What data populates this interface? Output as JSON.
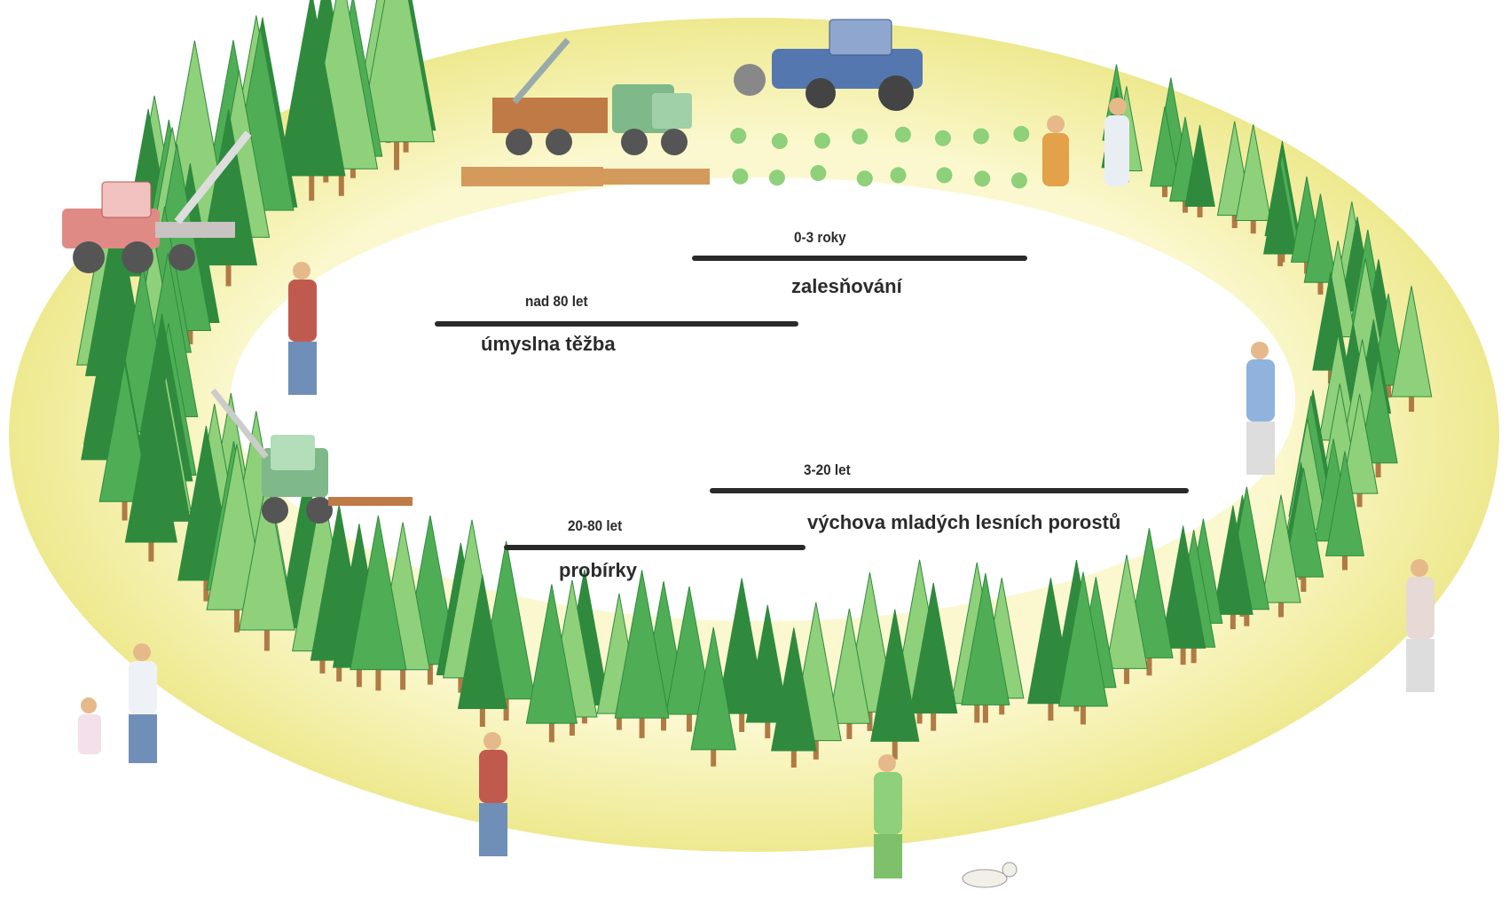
{
  "stages": [
    {
      "id": "zalesnovani",
      "age": "0-3 roky",
      "label": "zalesňování"
    },
    {
      "id": "umyslna-tezba",
      "age": "nad 80 let",
      "label": "úmyslna těžba"
    },
    {
      "id": "vychova",
      "age": "3-20 let",
      "label": "výchova mladých lesních porostů"
    },
    {
      "id": "probirky",
      "age": "20-80 let",
      "label": "probírky"
    }
  ],
  "colors": {
    "ground": "#f3efa0",
    "foliage_light": "#8fd07a",
    "foliage_mid": "#4fae55",
    "foliage_dark": "#2f8a3e",
    "trunk": "#b07a45",
    "label_line": "#2a2a2a"
  }
}
